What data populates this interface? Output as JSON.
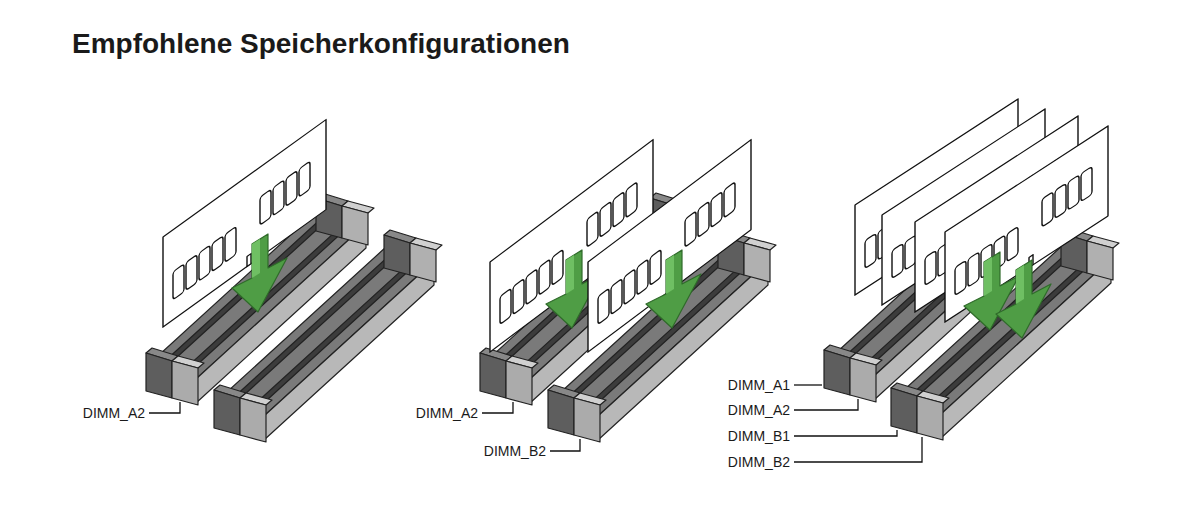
{
  "diagram": {
    "title": "Empfohlene Speicherkonfigurationen",
    "labels": [
      "DIMM_A2",
      "DIMM_A2",
      "DIMM_B2",
      "DIMM_A1",
      "DIMM_A2",
      "DIMM_B1",
      "DIMM_B2"
    ]
  }
}
